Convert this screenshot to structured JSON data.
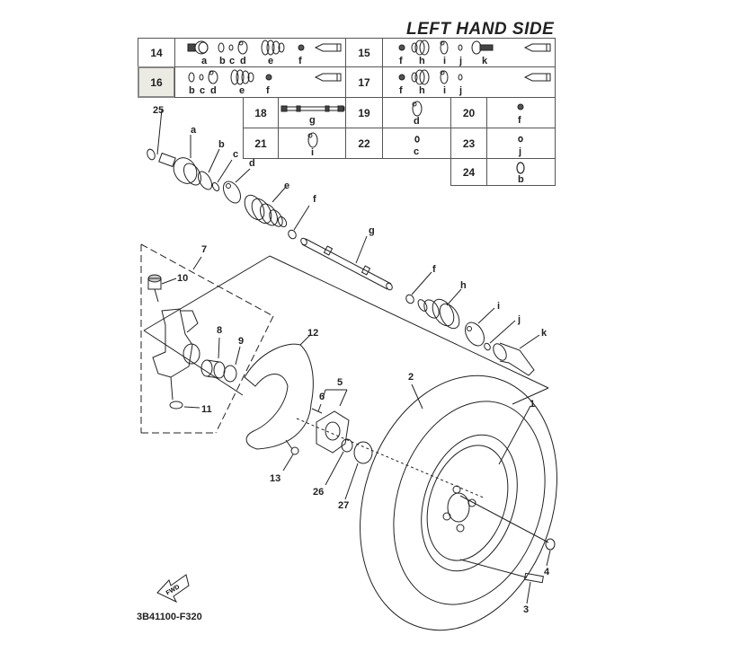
{
  "title": "LEFT HAND SIDE",
  "diagram_code": "3B41100-F320",
  "fwd_label": "FWD",
  "kit_table": {
    "rows": [
      {
        "ref": "14",
        "parts": [
          "a",
          "b",
          "c",
          "d",
          "e",
          "f"
        ]
      },
      {
        "ref": "15",
        "parts": [
          "f",
          "h",
          "i",
          "j",
          "k"
        ]
      },
      {
        "ref": "16",
        "parts": [
          "b",
          "c",
          "d",
          "e",
          "f"
        ],
        "highlighted": true
      },
      {
        "ref": "17",
        "parts": [
          "f",
          "h",
          "i",
          "j"
        ]
      },
      {
        "ref": "18",
        "parts": [
          "g"
        ]
      },
      {
        "ref": "19",
        "parts": [
          "d"
        ]
      },
      {
        "ref": "20",
        "parts": [
          "f"
        ]
      },
      {
        "ref": "21",
        "parts": [
          "i"
        ]
      },
      {
        "ref": "22",
        "parts": [
          "c"
        ]
      },
      {
        "ref": "23",
        "parts": [
          "j"
        ]
      },
      {
        "ref": "24",
        "parts": [
          "b"
        ]
      }
    ]
  },
  "callouts": {
    "n1": "1",
    "n2": "2",
    "n3": "3",
    "n4": "4",
    "n5": "5",
    "n6": "6",
    "n7": "7",
    "n8": "8",
    "n9": "9",
    "n10": "10",
    "n11": "11",
    "n12": "12",
    "n13": "13",
    "n25": "25",
    "n26": "26",
    "n27": "27",
    "a": "a",
    "b": "b",
    "c": "c",
    "d": "d",
    "e": "e",
    "f1": "f",
    "g": "g",
    "f2": "f",
    "h": "h",
    "i": "i",
    "j": "j",
    "k": "k"
  }
}
